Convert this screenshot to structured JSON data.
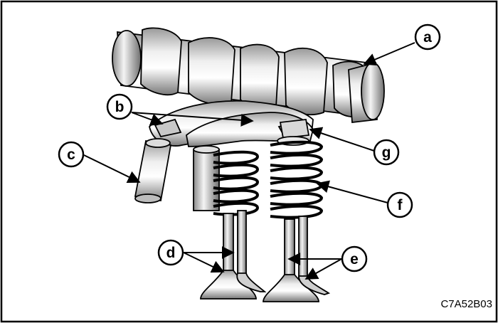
{
  "figure": {
    "code": "C7A52B03",
    "callouts": {
      "a": "a",
      "b": "b",
      "c": "c",
      "d": "d",
      "e": "e",
      "f": "f",
      "g": "g"
    }
  }
}
